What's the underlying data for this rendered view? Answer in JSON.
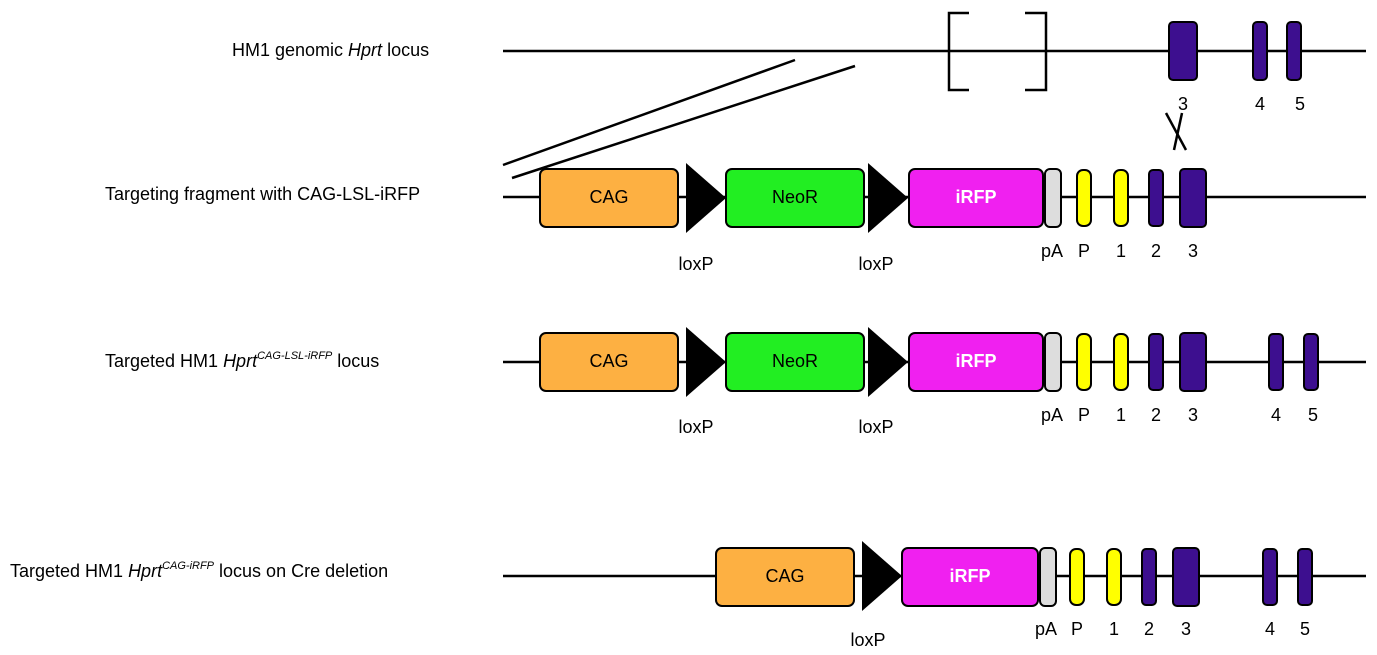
{
  "rows": {
    "genomic": {
      "prefix": "HM1 genomic ",
      "gene": "Hprt",
      "suffix": " locus",
      "exons": [
        "3",
        "4",
        "5"
      ]
    },
    "fragment": {
      "label": "Targeting fragment with CAG-LSL-iRFP",
      "exons": [
        "P",
        "1",
        "2",
        "3"
      ]
    },
    "targeted": {
      "prefix": "Targeted HM1 ",
      "gene": "Hprt",
      "sup": "CAG-LSL-iRFP",
      "suffix": "  locus",
      "exons": [
        "P",
        "1",
        "2",
        "3",
        "4",
        "5"
      ]
    },
    "deleted": {
      "prefix": "Targeted HM1 ",
      "gene": "Hprt",
      "sup": "CAG-iRFP",
      "suffix": "  locus on Cre deletion",
      "exons": [
        "P",
        "1",
        "2",
        "3",
        "4",
        "5"
      ]
    }
  },
  "elements": {
    "cag": "CAG",
    "neor": "NeoR",
    "irfp": "iRFP",
    "loxp": "loxP",
    "pa": "pA"
  },
  "colors": {
    "cag": "#FDB042",
    "neor": "#22EE22",
    "irfp": "#F020F0",
    "pa": "#DDDDDD",
    "promoter_exon1": "#FFFF00",
    "exon": "#3D0F8F",
    "line": "#000000"
  }
}
